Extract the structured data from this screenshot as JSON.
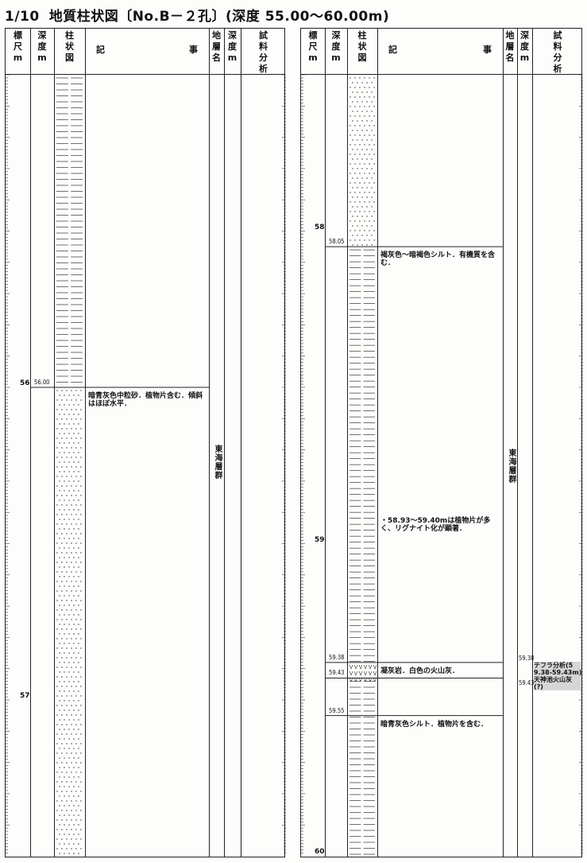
{
  "title": {
    "scale": "1/10",
    "text": "地質柱状図〔No.B－２孔〕(深度 55.00～60.00m)"
  },
  "headers": {
    "scale": "標\n尺\nm",
    "depth": "深\n度\nm",
    "column": "柱\n状\n図",
    "description_left": "記",
    "description_right": "事",
    "formation": "地\n層\n名",
    "depth2": "深\n度\nm",
    "analysis": "試\n料\n分\n析"
  },
  "left_panel": {
    "scale_labels": [
      {
        "value": "56",
        "depth": 56.0
      },
      {
        "value": "57",
        "depth": 57.0
      }
    ],
    "boundaries": [
      {
        "label": "56.00",
        "depth": 56.0
      }
    ],
    "descriptions": [
      {
        "depth": 56.0,
        "text": "暗青灰色中粒砂．植物片含む．傾斜はほぼ水平．"
      }
    ],
    "formation": "東海層群",
    "lithology": [
      {
        "from": 55.0,
        "to": 56.0,
        "type": "silt"
      },
      {
        "from": 56.0,
        "to": 57.5,
        "type": "sand"
      }
    ]
  },
  "right_panel": {
    "scale_labels": [
      {
        "value": "58",
        "depth": 58.0
      },
      {
        "value": "59",
        "depth": 59.0
      },
      {
        "value": "60",
        "depth": 60.0
      }
    ],
    "boundaries": [
      {
        "label": "58.05",
        "depth": 58.05
      },
      {
        "label": "59.38",
        "depth": 59.38
      },
      {
        "label": "59.43",
        "depth": 59.43
      },
      {
        "label": "59.55",
        "depth": 59.55
      }
    ],
    "descriptions": [
      {
        "depth": 58.05,
        "text": "褐灰色～暗褐色シルト．有機質を含む．"
      },
      {
        "depth": 58.9,
        "text": "・58.93～59.40mは植物片が多く、リグナイト化が顕著．"
      },
      {
        "depth": 59.38,
        "text": "凝灰岩．白色の火山灰．"
      },
      {
        "depth": 59.55,
        "text": "暗青灰色シルト．植物片を含む．"
      }
    ],
    "formation": "東海層群",
    "analysis": {
      "depth_top": "59.38",
      "depth_bottom": "59.43",
      "text": "テフラ分析(5\n9.38-59.43m)\n天神池火山灰\n(?)"
    },
    "lithology": [
      {
        "from": 57.5,
        "to": 58.05,
        "type": "sand"
      },
      {
        "from": 58.05,
        "to": 59.38,
        "type": "silt"
      },
      {
        "from": 59.38,
        "to": 59.43,
        "type": "tuff"
      },
      {
        "from": 59.43,
        "to": 60.0,
        "type": "silt"
      }
    ]
  }
}
